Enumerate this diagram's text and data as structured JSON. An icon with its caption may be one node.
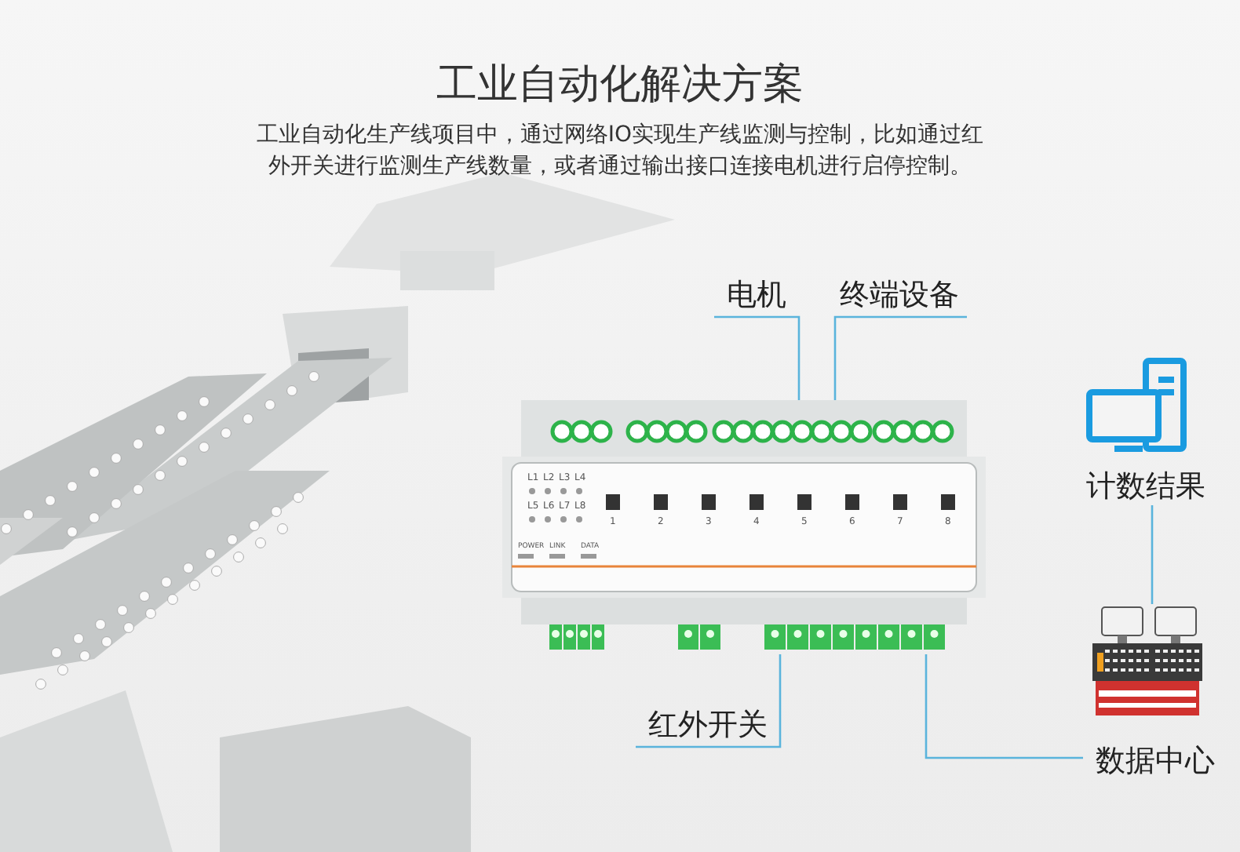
{
  "diagram": {
    "title": "工业自动化解决方案",
    "nodes": [
      {
        "text": [
          "电机"
        ]
      },
      {
        "text": [
          "终端设备"
        ]
      },
      {
        "text": [],
        "shape": "picture"
      },
      {
        "text": [
          "计数结果"
        ]
      },
      {
        "text": [
          "数据中心"
        ]
      },
      {
        "text": [
          "红外开关"
        ]
      }
    ],
    "edges": [
      {
        "from": 0,
        "to": 2,
        "arrow": "none"
      },
      {
        "from": 1,
        "to": 2,
        "arrow": "none"
      },
      {
        "from": 5,
        "to": 2,
        "arrow": "none"
      },
      {
        "from": 4,
        "to": 2,
        "arrow": "none"
      },
      {
        "from": 3,
        "to": 4,
        "arrow": "none"
      }
    ],
    "labels": [
      "工业自动化生产线项目中，通过网络IO实现生产线监测与控制，比如通过红外开关进行监测生产线数量，或者通过输出接口连接电机进行启停控制。",
      "L1",
      "L2",
      "L3",
      "L4",
      "L5",
      "L6",
      "L7",
      "L8",
      "1",
      "2",
      "3",
      "4",
      "5",
      "6",
      "7",
      "8",
      "POWER",
      "LINK",
      "DATA"
    ]
  }
}
